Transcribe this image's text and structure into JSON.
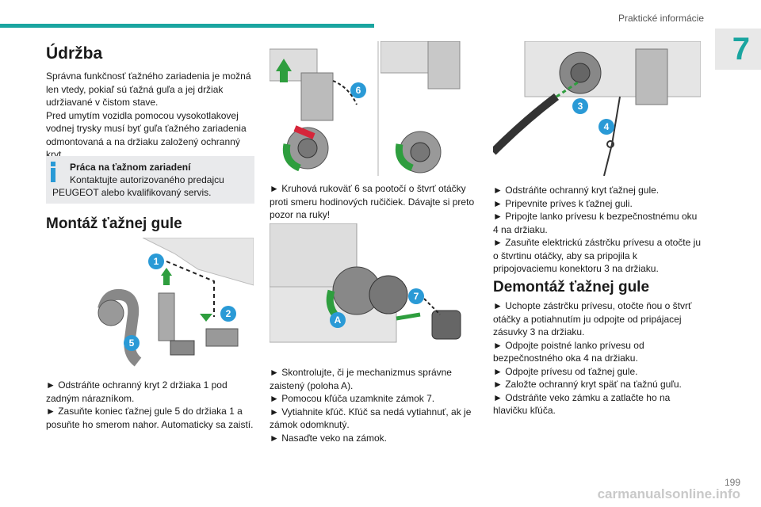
{
  "header": {
    "section": "Praktické informácie",
    "chapter": "7"
  },
  "col1": {
    "title_maintenance": "Údržba",
    "para_maintenance_1": "Správna funkčnosť ťažného zariadenia je možná len vtedy, pokiaľ sú ťažná guľa a jej držiak udržiavané v čistom stave.",
    "para_maintenance_2": "Pred umytím vozidla pomocou vysokotlakovej vodnej trysky musí byť guľa ťažného zariadenia odmontovaná a na držiaku založený ochranný kryt.",
    "info_title": "Práca na ťažnom zariadení",
    "info_text": "Kontaktujte autorizovaného predajcu PEUGEOT alebo kvalifikovaný servis.",
    "title_assembly": "Montáž ťažnej gule",
    "steps_a": [
      "► Odstráňte ochranný kryt 2 držiaka 1 pod zadným nárazníkom.",
      "► Zasuňte koniec ťažnej gule 5 do držiaka 1 a posuňte ho smerom nahor. Automaticky sa zaistí."
    ]
  },
  "col2": {
    "steps_b": [
      "► Kruhová rukoväť 6 sa pootočí o štvrť otáčky proti smeru hodinových ručičiek. Dávajte si preto pozor na ruky!"
    ],
    "steps_c": [
      "► Skontrolujte, či je mechanizmus správne zaistený (poloha A).",
      "► Pomocou kľúča uzamknite zámok 7.",
      "► Vytiahnite kľúč. Kľúč sa nedá vytiahnuť, ak je zámok odomknutý.",
      "► Nasaďte veko na zámok."
    ]
  },
  "col3": {
    "steps_d": [
      "► Odstráňte ochranný kryt ťažnej gule.",
      "► Pripevnite príves k ťažnej guli.",
      "► Pripojte lanko prívesu k bezpečnostnému oku 4 na držiaku.",
      "► Zasuňte elektrickú zástrčku prívesu a otočte ju o štvrtinu otáčky, aby sa pripojila k pripojovaciemu konektoru 3 na držiaku."
    ],
    "title_disassembly": "Demontáž ťažnej gule",
    "steps_e": [
      "► Uchopte zástrčku prívesu, otočte ňou o štvrť otáčky a potiahnutím ju odpojte od pripájacej zásuvky 3 na držiaku.",
      "► Odpojte poistné lanko prívesu od bezpečnostného oka 4 na držiaku.",
      "► Odpojte prívesu od ťažnej gule.",
      "► Založte ochranný kryt späť na ťažnú guľu.",
      "► Odstráňte veko zámku a zatlačte ho na hlavičku kľúča."
    ]
  },
  "figures": {
    "fig1_labels": [
      "1",
      "2",
      "5"
    ],
    "fig2_labels": [
      "6"
    ],
    "fig3_labels": [
      "7",
      "A"
    ],
    "fig4_labels": [
      "3",
      "4"
    ]
  },
  "footer": {
    "page": "199",
    "watermark": "carmanualsonline.info"
  },
  "colors": {
    "accent": "#1aa5a0",
    "callout": "#2a9ad6",
    "green": "#2e9e3e",
    "red": "#d6263a"
  }
}
